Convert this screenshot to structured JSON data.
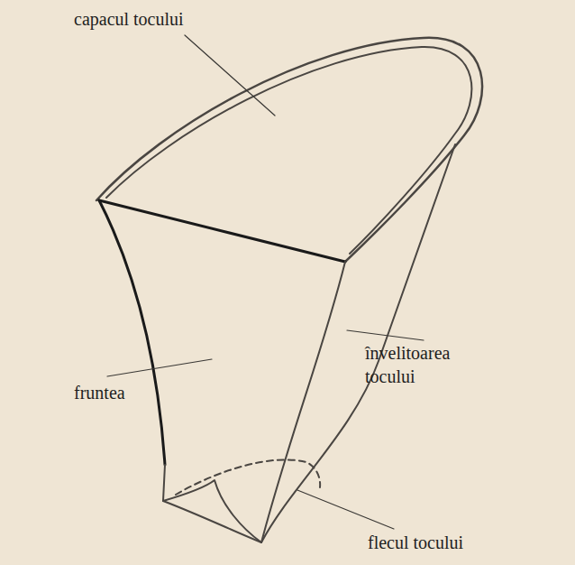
{
  "diagram": {
    "labels": [
      "capacul tocului",
      "fruntea",
      "învelitoarea tocului",
      "flecul tocului"
    ]
  }
}
